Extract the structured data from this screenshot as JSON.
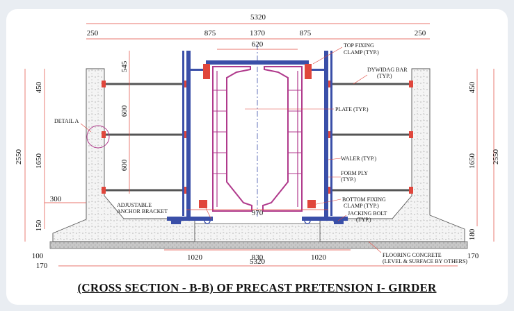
{
  "title": "(CROSS SECTION - B-B)  OF PRECAST PRETENSION I- GIRDER",
  "dimensions": {
    "overall_top": "5320",
    "overall_bottom": "5320",
    "wall_left": "250",
    "wall_right": "250",
    "gap_left": "875",
    "center_width": "1370",
    "gap_right": "875",
    "top_flange": "620",
    "bottom_flange": "970",
    "base_left": "1020",
    "base_center": "830",
    "base_right": "1020",
    "height_total_left": "2550",
    "height_total_right": "2550",
    "height_inner_left": "1650",
    "height_inner_right": "1650",
    "top_left": "450",
    "top_right": "450",
    "spacing_1": "545",
    "spacing_2": "600",
    "spacing_3": "600",
    "toe": "300",
    "base_left_h": "150",
    "base_right_h": "180",
    "slab_h": "100",
    "slab_left": "170",
    "slab_right": "170"
  },
  "labels": {
    "top_clamp_1": "TOP FIXING",
    "top_clamp_2": "CLAMP (TYP.)",
    "dywidag_1": "DYWIDAG BAR",
    "dywidag_2": "(TYP.)",
    "detail_a": "DETAIL A",
    "plate": "PLATE (TYP.)",
    "waler": "WALER (TYP.)",
    "form_ply_1": "FORM PLY",
    "form_ply_2": "(TYP.)",
    "anchor_1": "ADJUSTABLE",
    "anchor_2": "ANCHOR BRACKET",
    "bottom_clamp_1": "BOTTOM FIXING",
    "bottom_clamp_2": "CLAMP (TYP.)",
    "jack_1": "JACKING BOLT",
    "jack_2": "(TYP.)",
    "floor_1": "FLOORING CONCRETE",
    "floor_2": "(LEVEL & SURFACE BY OTHERS)"
  },
  "colors": {
    "steel": "#3a4fa8",
    "form": "#b03a8c",
    "bar": "#e0463c",
    "line": "#e0463c",
    "concrete": "#f2f2f2",
    "dim": "#e0463c"
  }
}
